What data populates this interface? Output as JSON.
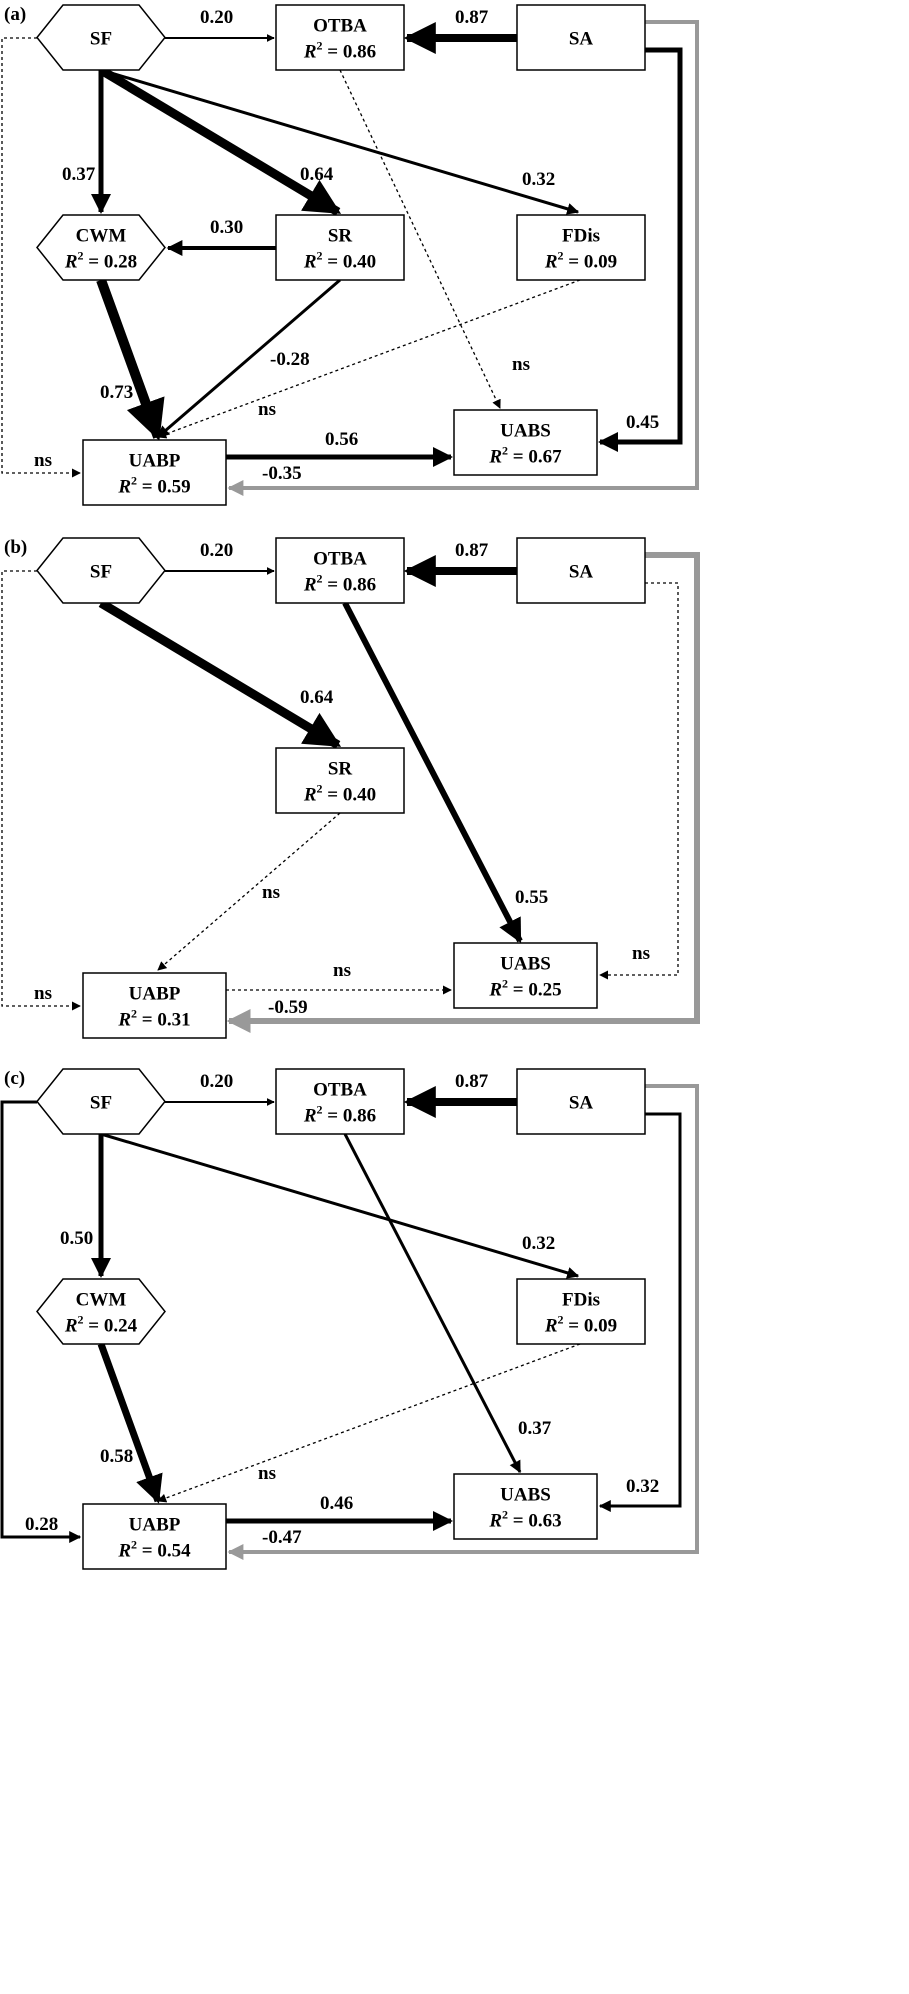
{
  "panels": [
    {
      "label": "(a)",
      "nodes": {
        "SF": {
          "name": "SF",
          "r2": ""
        },
        "OTBA": {
          "name": "OTBA",
          "r2": "0.86"
        },
        "SA": {
          "name": "SA",
          "r2": ""
        },
        "CWM": {
          "name": "CWM",
          "r2": "0.28"
        },
        "SR": {
          "name": "SR",
          "r2": "0.40"
        },
        "FDis": {
          "name": "FDis",
          "r2": "0.09"
        },
        "UABS": {
          "name": "UABS",
          "r2": "0.67"
        },
        "UABP": {
          "name": "UABP",
          "r2": "0.59"
        }
      },
      "edges": [
        {
          "from": "SF",
          "to": "OTBA",
          "label": "0.20",
          "style": "solid"
        },
        {
          "from": "SA",
          "to": "OTBA",
          "label": "0.87",
          "style": "solid"
        },
        {
          "from": "SF",
          "to": "CWM",
          "label": "0.37",
          "style": "solid"
        },
        {
          "from": "SF",
          "to": "SR",
          "label": "0.64",
          "style": "solid"
        },
        {
          "from": "SF",
          "to": "FDis",
          "label": "0.32",
          "style": "solid"
        },
        {
          "from": "SR",
          "to": "CWM",
          "label": "0.30",
          "style": "solid"
        },
        {
          "from": "CWM",
          "to": "UABP",
          "label": "0.73",
          "style": "solid"
        },
        {
          "from": "SR",
          "to": "UABP",
          "label": "-0.28",
          "style": "negative"
        },
        {
          "from": "FDis",
          "to": "UABP",
          "label": "ns",
          "style": "dashed"
        },
        {
          "from": "OTBA",
          "to": "UABS",
          "label": "ns",
          "style": "dashed"
        },
        {
          "from": "SA",
          "to": "UABS",
          "label": "0.45",
          "style": "solid"
        },
        {
          "from": "UABP",
          "to": "UABS",
          "label": "0.56",
          "style": "solid"
        },
        {
          "from": "SA",
          "to": "UABP",
          "label": "-0.35",
          "style": "negative"
        },
        {
          "from": "SF",
          "to": "UABP",
          "label": "ns",
          "style": "dashed"
        }
      ]
    },
    {
      "label": "(b)",
      "nodes": {
        "SF": {
          "name": "SF",
          "r2": ""
        },
        "OTBA": {
          "name": "OTBA",
          "r2": "0.86"
        },
        "SA": {
          "name": "SA",
          "r2": ""
        },
        "SR": {
          "name": "SR",
          "r2": "0.40"
        },
        "UABS": {
          "name": "UABS",
          "r2": "0.25"
        },
        "UABP": {
          "name": "UABP",
          "r2": "0.31"
        }
      },
      "edges": [
        {
          "from": "SF",
          "to": "OTBA",
          "label": "0.20",
          "style": "solid"
        },
        {
          "from": "SA",
          "to": "OTBA",
          "label": "0.87",
          "style": "solid"
        },
        {
          "from": "SF",
          "to": "SR",
          "label": "0.64",
          "style": "solid"
        },
        {
          "from": "OTBA",
          "to": "UABS",
          "label": "0.55",
          "style": "solid"
        },
        {
          "from": "SR",
          "to": "UABP",
          "label": "ns",
          "style": "dashed"
        },
        {
          "from": "SA",
          "to": "UABS",
          "label": "ns",
          "style": "dashed"
        },
        {
          "from": "UABP",
          "to": "UABS",
          "label": "ns",
          "style": "dashed"
        },
        {
          "from": "SA",
          "to": "UABP",
          "label": "-0.59",
          "style": "negative"
        },
        {
          "from": "SF",
          "to": "UABP",
          "label": "ns",
          "style": "dashed"
        }
      ]
    },
    {
      "label": "(c)",
      "nodes": {
        "SF": {
          "name": "SF",
          "r2": ""
        },
        "OTBA": {
          "name": "OTBA",
          "r2": "0.86"
        },
        "SA": {
          "name": "SA",
          "r2": ""
        },
        "CWM": {
          "name": "CWM",
          "r2": "0.24"
        },
        "FDis": {
          "name": "FDis",
          "r2": "0.09"
        },
        "UABS": {
          "name": "UABS",
          "r2": "0.63"
        },
        "UABP": {
          "name": "UABP",
          "r2": "0.54"
        }
      },
      "edges": [
        {
          "from": "SF",
          "to": "OTBA",
          "label": "0.20",
          "style": "solid"
        },
        {
          "from": "SA",
          "to": "OTBA",
          "label": "0.87",
          "style": "solid"
        },
        {
          "from": "SF",
          "to": "CWM",
          "label": "0.50",
          "style": "solid"
        },
        {
          "from": "SF",
          "to": "FDis",
          "label": "0.32",
          "style": "solid"
        },
        {
          "from": "OTBA",
          "to": "UABS",
          "label": "0.37",
          "style": "solid"
        },
        {
          "from": "CWM",
          "to": "UABP",
          "label": "0.58",
          "style": "solid"
        },
        {
          "from": "FDis",
          "to": "UABP",
          "label": "ns",
          "style": "dashed"
        },
        {
          "from": "SA",
          "to": "UABS",
          "label": "0.32",
          "style": "solid"
        },
        {
          "from": "UABP",
          "to": "UABS",
          "label": "0.46",
          "style": "solid"
        },
        {
          "from": "SA",
          "to": "UABP",
          "label": "-0.47",
          "style": "negative"
        },
        {
          "from": "SF",
          "to": "UABP",
          "label": "0.28",
          "style": "solid"
        }
      ]
    }
  ]
}
